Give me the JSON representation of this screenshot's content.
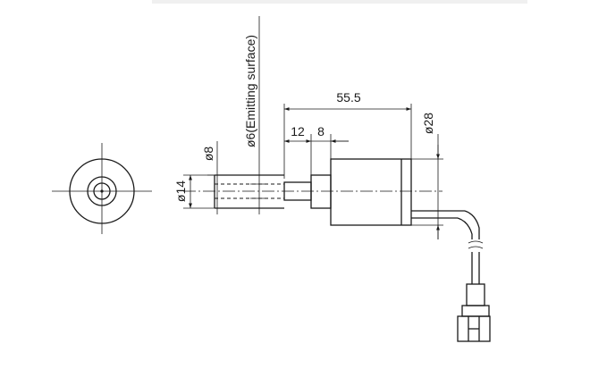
{
  "dimensions": {
    "length_55_5": "55.5",
    "len_12": "12",
    "len_8": "8",
    "dia_28": "ø28",
    "dia_8": "ø8",
    "dia_14": "ø14",
    "emitting": "ø6(Emitting surface)"
  },
  "colors": {
    "line": "#1a1a1a",
    "background": "#ffffff"
  }
}
